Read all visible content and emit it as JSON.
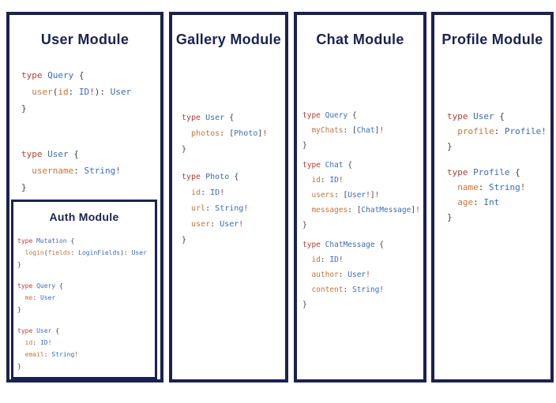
{
  "colors": {
    "panel_border": "#1b2150",
    "heading_text": "#1b2150",
    "code_keyword": "#ad4238",
    "code_type": "#3b6cb4",
    "code_field": "#c0773c",
    "code_bang": "#ad4238",
    "code_punctuation": "#3e4246",
    "background": "#ffffff"
  },
  "modules": [
    {
      "title": "User Module",
      "code_blocks": [
        "type Query {\n  user(id: ID!): User\n}",
        "type User {\n  username: String!\n}"
      ],
      "submodule": {
        "title": "Auth Module",
        "code_blocks": [
          "type Mutation {\n  login(fields: LoginFields): User\n}",
          "type Query {\n  me: User\n}",
          "type User {\n  id: ID!\n  email: String!\n}"
        ]
      }
    },
    {
      "title": "Gallery Module",
      "code_blocks": [
        "type User {\n  photos: [Photo]!\n}",
        "type Photo {\n  id: ID!\n  url: String!\n  user: User!\n}"
      ]
    },
    {
      "title": "Chat Module",
      "code_blocks": [
        "type Query {\n  myChats: [Chat]!\n}",
        "type Chat {\n  id: ID!\n  users: [User!]!\n  messages: [ChatMessage]!\n}",
        "type ChatMessage {\n  id: ID!\n  author: User!\n  content: String!\n}"
      ]
    },
    {
      "title": "Profile Module",
      "code_blocks": [
        "type User {\n  profile: Profile!\n}",
        "type Profile {\n  name: String!\n  age: Int\n}"
      ]
    }
  ]
}
